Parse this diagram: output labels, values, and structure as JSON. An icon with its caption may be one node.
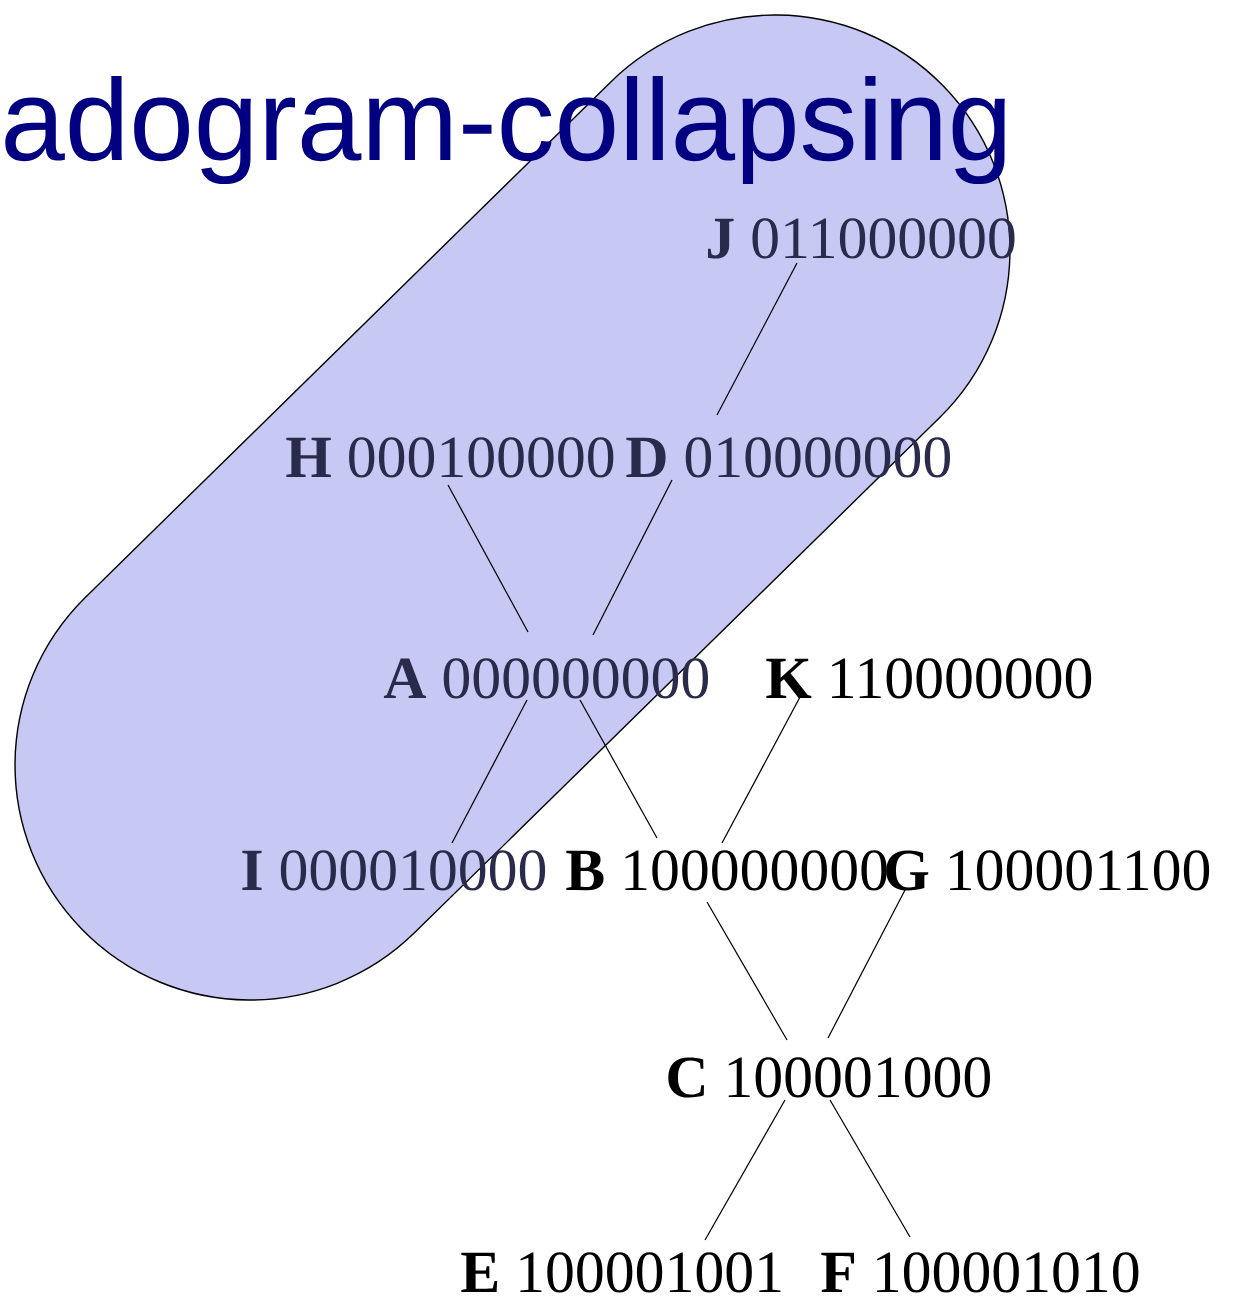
{
  "diagram": {
    "title": "adogram-collapsing",
    "nodes": [
      {
        "text": [],
        "shape": "box"
      },
      {
        "text": [
          "**J** 011000000"
        ],
        "in": 0
      },
      {
        "text": [
          "**H** 000100000"
        ],
        "in": 0
      },
      {
        "text": [
          "**D** 010000000"
        ],
        "in": 0
      },
      {
        "text": [
          "**A** 000000000"
        ],
        "in": 0
      },
      {
        "text": [
          "**K** 110000000"
        ]
      },
      {
        "text": [
          "**I** 000010000"
        ],
        "in": 0
      },
      {
        "text": [
          "**B** 100000000"
        ]
      },
      {
        "text": [
          "**G** 100001100"
        ]
      },
      {
        "text": [
          "**C** 100001000"
        ]
      },
      {
        "text": [
          "**E** 100001001"
        ]
      },
      {
        "text": [
          "**F** 100001010"
        ]
      }
    ],
    "edges": [
      {
        "from": 1,
        "to": 3,
        "arrow": "none"
      },
      {
        "from": 2,
        "to": 4,
        "arrow": "none"
      },
      {
        "from": 3,
        "to": 4,
        "arrow": "none"
      },
      {
        "from": 4,
        "to": 6,
        "arrow": "none"
      },
      {
        "from": 4,
        "to": 7,
        "arrow": "none"
      },
      {
        "from": 5,
        "to": 7,
        "arrow": "none"
      },
      {
        "from": 7,
        "to": 9,
        "arrow": "none"
      },
      {
        "from": 8,
        "to": 9,
        "arrow": "none"
      },
      {
        "from": 9,
        "to": 10,
        "arrow": "none"
      },
      {
        "from": 9,
        "to": 11,
        "arrow": "none"
      }
    ]
  }
}
